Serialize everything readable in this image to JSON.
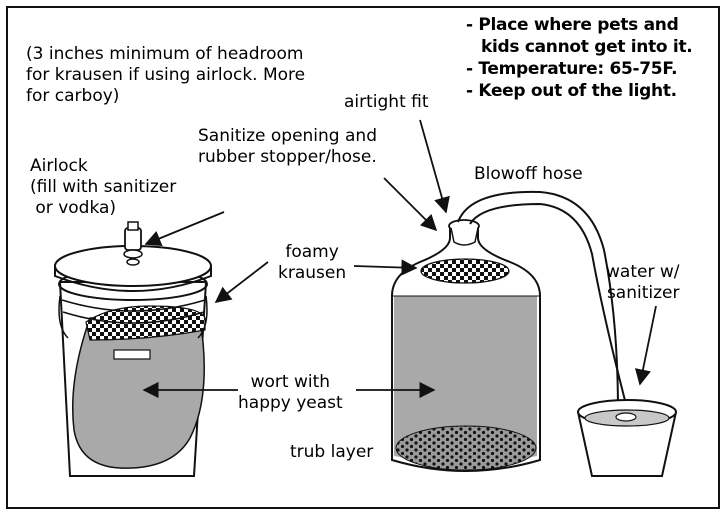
{
  "tips": [
    "- Place where pets and",
    "kids cannot get into it.",
    "- Temperature: 65-75F.",
    "- Keep out of the light."
  ],
  "headroom_note": [
    "(3 inches minimum of headroom",
    "for krausen if using airlock. More",
    "for carboy)"
  ],
  "airlock_label": [
    "Airlock",
    "(fill with sanitizer",
    " or vodka)"
  ],
  "sanitize_label": [
    "Sanitize opening and",
    "rubber stopper/hose."
  ],
  "airtight_label": "airtight fit",
  "blowoff_label": "Blowoff hose",
  "krausen_label": [
    "foamy",
    "krausen"
  ],
  "water_label": [
    "water w/",
    "sanitizer"
  ],
  "wort_label": [
    "wort with",
    "happy yeast"
  ],
  "trub_label": "trub layer",
  "colors": {
    "liquid": "#a9a9a9",
    "line": "#111111",
    "background": "#ffffff"
  }
}
